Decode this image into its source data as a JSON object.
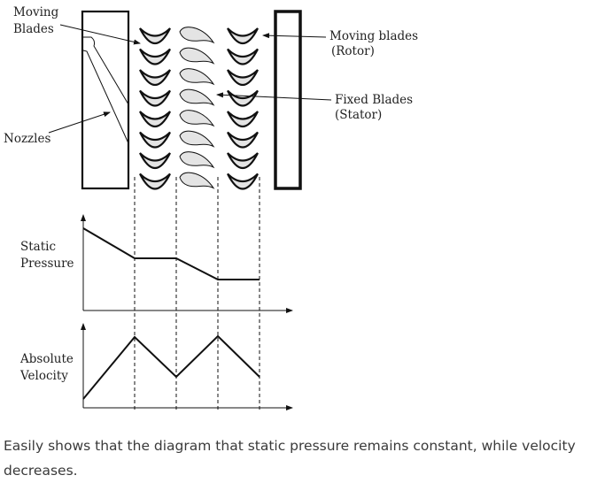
{
  "diagram": {
    "labels": {
      "moving_blades_left": [
        "Moving",
        "Blades"
      ],
      "nozzles": "Nozzles",
      "moving_blades_right": [
        "Moving blades",
        "(Rotor)"
      ],
      "fixed_blades": [
        "Fixed Blades",
        "(Stator)"
      ],
      "static_pressure": [
        "Static",
        "Pressure"
      ],
      "absolute_velocity": [
        "Absolute",
        "Velocity"
      ]
    },
    "blade_rows": 8,
    "colors": {
      "blade_fill": "#e4e4e4",
      "stroke": "#111111"
    }
  },
  "caption": "Easily shows that the diagram that static pressure remains constant, while velocity decreases."
}
